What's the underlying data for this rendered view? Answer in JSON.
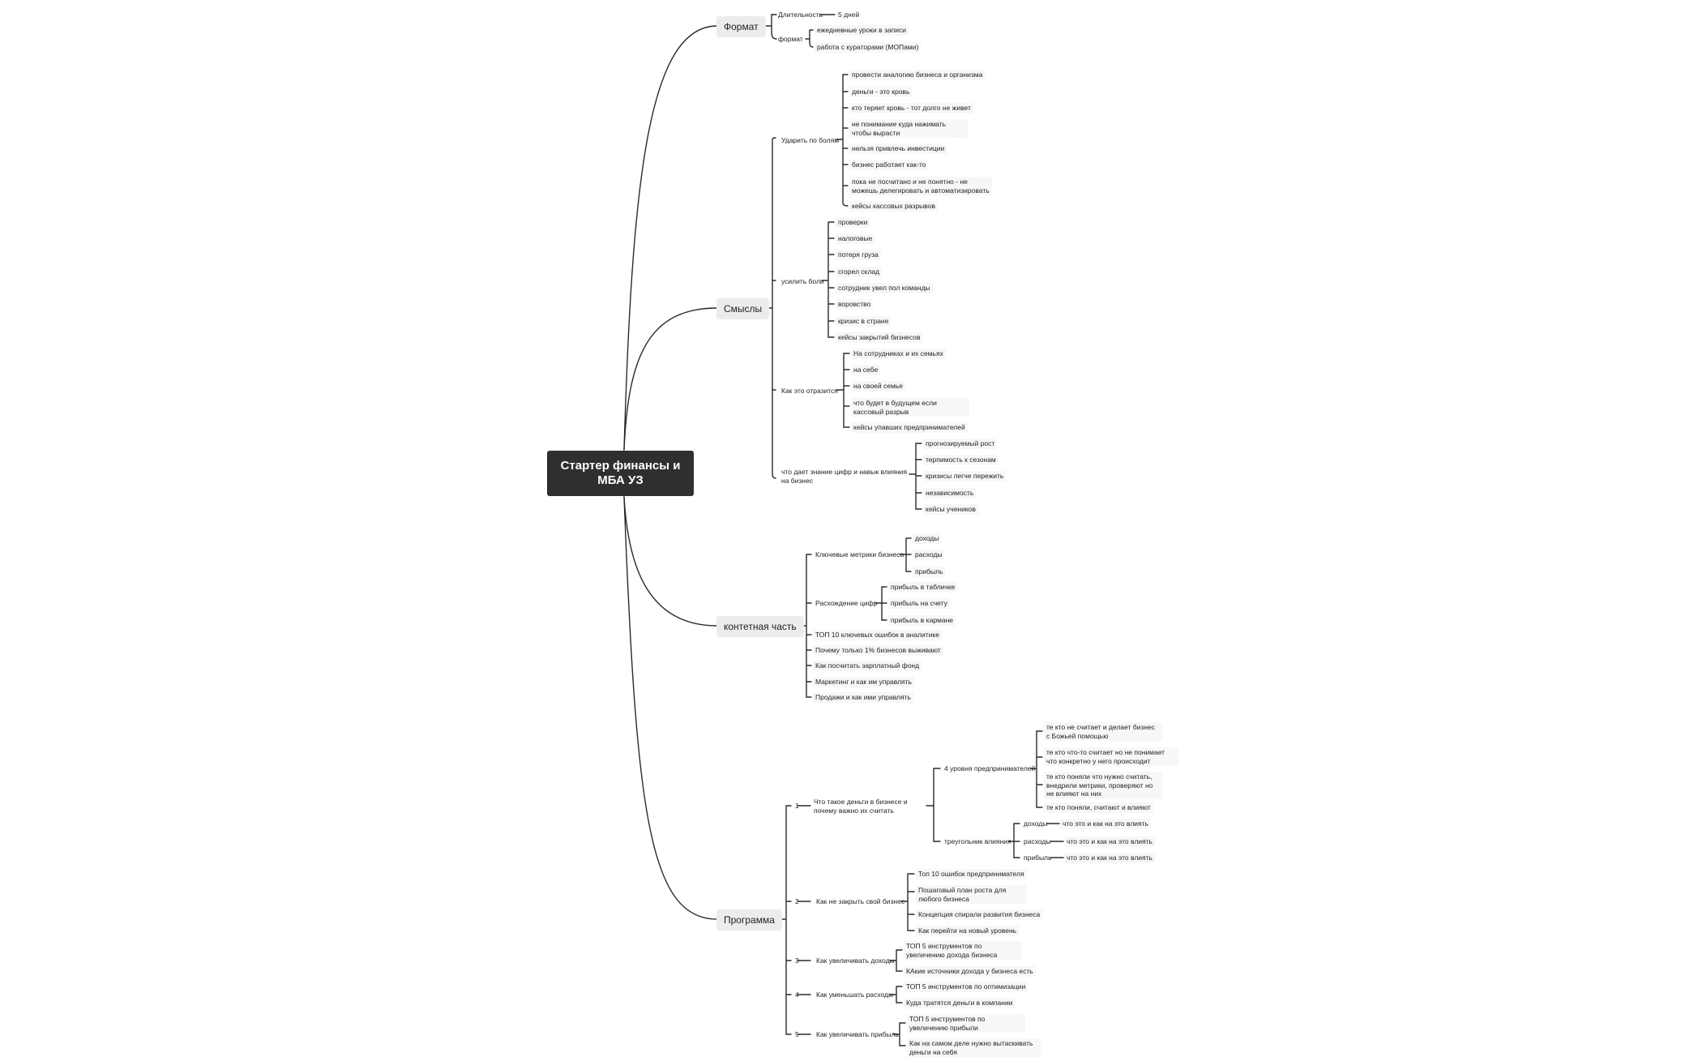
{
  "root": "Стартер финансы и МБА УЗ",
  "format": {
    "title": "Формат",
    "duration_label": "Длительность",
    "duration_value": "5 дней",
    "format_label": "формат",
    "format_items": [
      "ежедневные уроки в записи",
      "работа с кураторами (МОПами)"
    ]
  },
  "meanings": {
    "title": "Смыслы",
    "hit_pains": {
      "label": "Ударить по болям",
      "items": [
        "провести аналогию бизнеса и организма",
        "деньги - это кровь",
        "кто теряет кровь - тот долго не живет",
        "не понимание куда нажимать чтобы вырасти",
        "нельзя привлечь инвестиции",
        "бизнес работает как-то",
        "пока не посчитано и не понятно - не можешь делегировать и автоматизировать",
        "кейсы кассовых разрывов"
      ]
    },
    "amplify_pains": {
      "label": "усилить боли",
      "items": [
        "проверки",
        "налоговые",
        "потеря груза",
        "сгорел склад",
        "сотрудник увел пол команды",
        "воровство",
        "кризис в стране",
        "кейсы закрытий бизнесов"
      ]
    },
    "impact": {
      "label": "Как это отразится",
      "items": [
        "На сотрудниках и их семьях",
        "на себе",
        "на своей семье",
        "что будет в будущем если кассовый разрыв",
        "кейсы упавших предпринимателей"
      ]
    },
    "knowledge": {
      "label": "что дает знание цифр и навык влияния на бизнес",
      "items": [
        "прогнозируемый рост",
        "терпимость к сезонам",
        "кризисы легче пережить",
        "независимость",
        "кейсы учеников"
      ]
    }
  },
  "content": {
    "title": "контетная часть",
    "metrics": {
      "label": "Ключевые метрики бизнеса",
      "items": [
        "доходы",
        "расходы",
        "прибыль"
      ]
    },
    "divergence": {
      "label": "Расхождение цифр",
      "items": [
        "прибыль в табличке",
        "прибыль на счету",
        "прибыль в кармане"
      ]
    },
    "items": [
      "ТОП 10 ключевых ошибок в аналитике",
      "Почему только 1% бизнесов выживают",
      "Как посчитать зарплатный фонд",
      "Маркетинг и как им управлять",
      "Продажи и как ими управлять"
    ]
  },
  "program": {
    "title": "Программа",
    "modules": [
      {
        "num": "1",
        "label": "Что такое деньги в бизнесе и почему важно их считать",
        "levels": {
          "label": "4 уровня предпринимателей",
          "items": [
            "те кто не считает и делает бизнес с Божьей помощью",
            "те кто что-то считает но не понимает что конкретно у него происходит",
            "те кто поняли что нужно считать, внедрили метрики, проверяют но не влияют на них",
            "те кто поняли, считают и влияют"
          ]
        },
        "triangle": {
          "label": "треугольник влияния",
          "items": [
            {
              "name": "доходы",
              "detail": "что это и как на это влиять"
            },
            {
              "name": "расходы",
              "detail": "что это и как на это влиять"
            },
            {
              "name": "прибыль",
              "detail": "что это и как на это влиять"
            }
          ]
        }
      },
      {
        "num": "2",
        "label": "Как не закрыть свой бизнес",
        "items": [
          "Топ 10 ошибок предпринимателя",
          "Пошаговый план роста для любого бизнеса",
          "Концепция спирали развития бизнеса",
          "Как перейти на новый уровень"
        ]
      },
      {
        "num": "3",
        "label": "Как увеличивать доходы",
        "items": [
          "ТОП 5 инструментов по увеличению дохода бизнеса",
          "КАкие источники дохода у бизнеса есть"
        ]
      },
      {
        "num": "4",
        "label": "Как уменьшать расходы",
        "items": [
          "ТОП 5 инструментов по оптимизации",
          "Куда тратятся деньги в компании"
        ]
      },
      {
        "num": "5",
        "label": "Как увеличивать прибыль",
        "items": [
          "ТОП 5 инструментов по увеличению прибыли",
          "Как на самом деле нужно вытаскивать деньги на себя"
        ]
      }
    ]
  }
}
